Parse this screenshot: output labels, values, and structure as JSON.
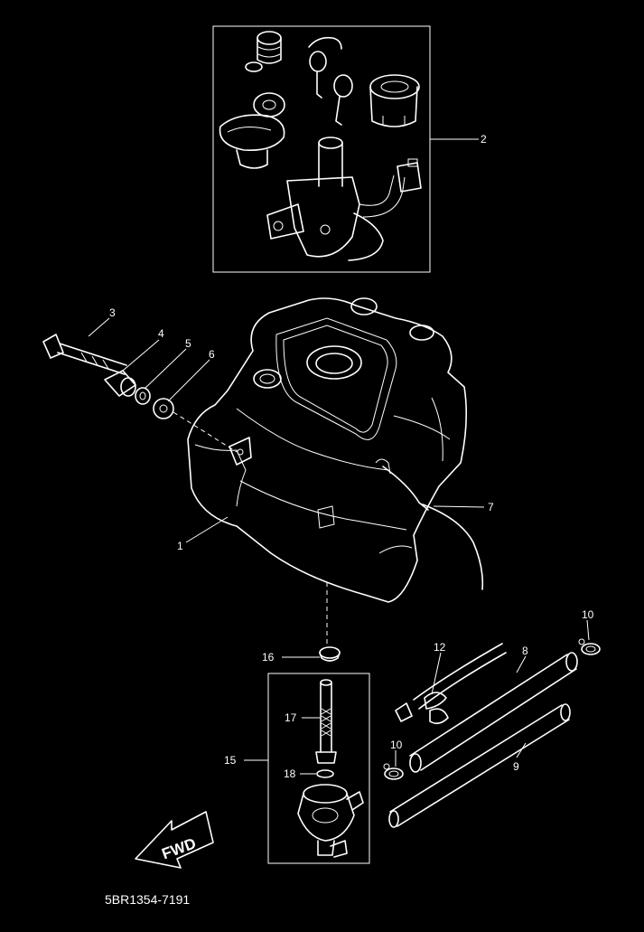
{
  "diagram": {
    "drawing_code": "5BR1354-7191",
    "fwd_label": "FWD",
    "callouts": [
      "1",
      "2",
      "3",
      "4",
      "5",
      "6",
      "7",
      "8",
      "9",
      "10",
      "10",
      "12",
      "15",
      "16",
      "17",
      "18"
    ]
  }
}
